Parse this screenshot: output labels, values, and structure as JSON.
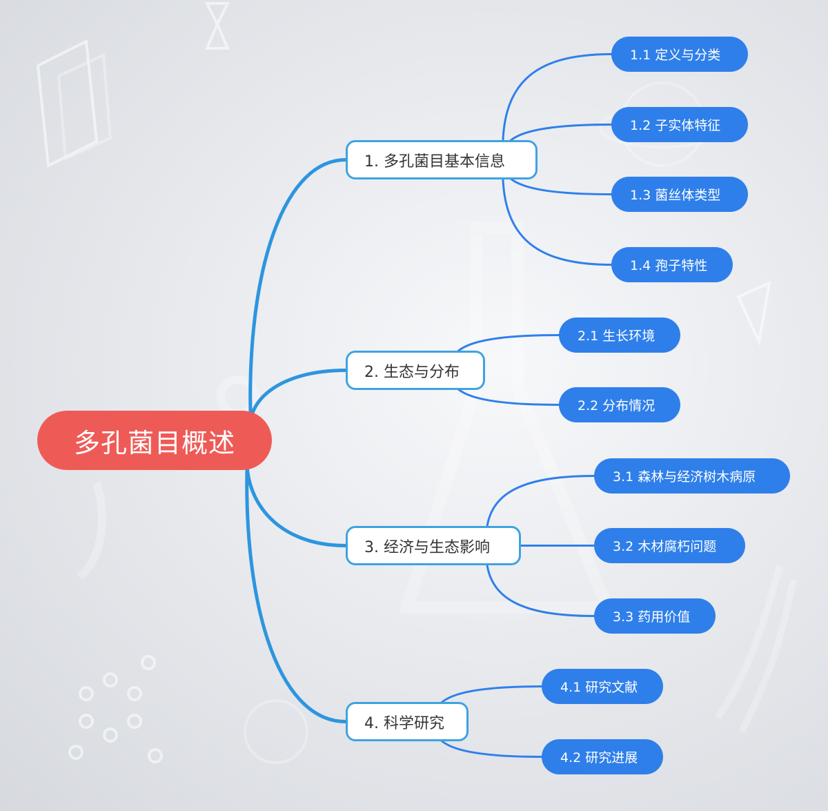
{
  "root": {
    "label": "多孔菌目概述",
    "color": "#ee5b57"
  },
  "branches": [
    {
      "label": "1. 多孔菌目基本信息",
      "children": [
        "1.1 定义与分类",
        "1.2 子实体特征",
        "1.3 菌丝体类型",
        "1.4 孢子特性"
      ]
    },
    {
      "label": "2. 生态与分布",
      "children": [
        "2.1 生长环境",
        "2.2 分布情况"
      ]
    },
    {
      "label": "3. 经济与生态影响",
      "children": [
        "3.1 森林与经济树木病原",
        "3.2 木材腐朽问题",
        "3.3 药用价值"
      ]
    },
    {
      "label": "4. 科学研究",
      "children": [
        "4.1 研究文献",
        "4.2 研究进展"
      ]
    }
  ],
  "colors": {
    "root": "#ee5b57",
    "branch_border": "#3ea3e0",
    "leaf": "#2f7fea",
    "trunk_line": "#2d95de",
    "leaf_line": "#2f7fea"
  }
}
